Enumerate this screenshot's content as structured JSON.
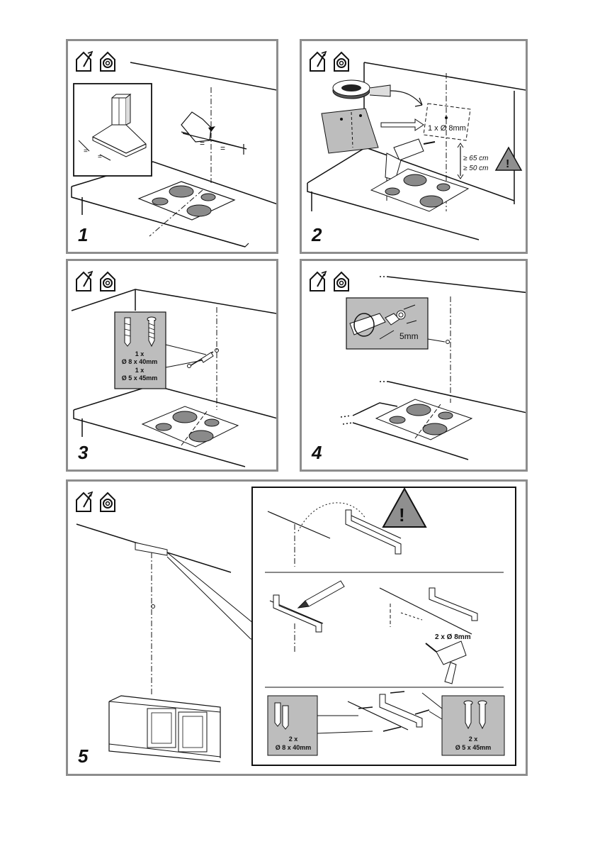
{
  "steps": [
    {
      "number": "1"
    },
    {
      "number": "2",
      "hole_label": "1 x Ø 8mm",
      "dist_top": "≥ 65 cm",
      "dist_bottom": "≥ 50 cm",
      "warning_symbol": "!"
    },
    {
      "number": "3",
      "kit_line1": "1 x",
      "kit_line2": "Ø 8 x 40mm",
      "kit_line3": "1 x",
      "kit_line4": "Ø 5 x 45mm"
    },
    {
      "number": "4",
      "gap_label": "5mm"
    },
    {
      "number": "5",
      "warning_symbol": "!",
      "drill_label": "2 x Ø 8mm",
      "plug_qty": "2 x",
      "plug_size": "Ø 8 x 40mm",
      "screw_qty": "2 x",
      "screw_size": "Ø 5 x 45mm"
    }
  ],
  "icons": [
    "install-outside-icon",
    "install-recirculation-icon",
    "warning-triangle-icon",
    "drill-icon",
    "pencil-icon",
    "wall-plug-icon",
    "screw-icon"
  ],
  "colors": {
    "frame": "#8d8d8d",
    "hob": "#8a8a8a",
    "callout_bg": "#bdbdbd"
  }
}
